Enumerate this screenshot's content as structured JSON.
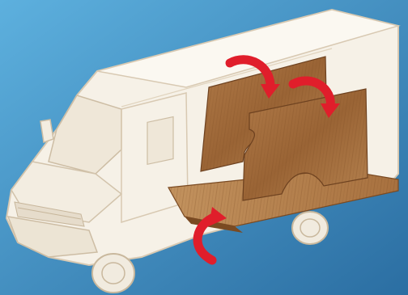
{
  "scene": {
    "subject": "van-interior-panel-kit",
    "background_color_top": "#4fa3d4",
    "background_color_bottom": "#2c6fa3",
    "van_color": "#f6f1e7",
    "van_outline_color": "#d8c9b2",
    "panel_color": "#a46e3d",
    "panel_dark_color": "#7a4a22",
    "floor_color": "#b8844f",
    "arrow_color": "#e01e2b",
    "arrows": [
      {
        "name": "arrow-panel-rear-left",
        "direction": "down-right"
      },
      {
        "name": "arrow-panel-rear-right",
        "direction": "down-right"
      },
      {
        "name": "arrow-floor",
        "direction": "up-right"
      }
    ]
  }
}
